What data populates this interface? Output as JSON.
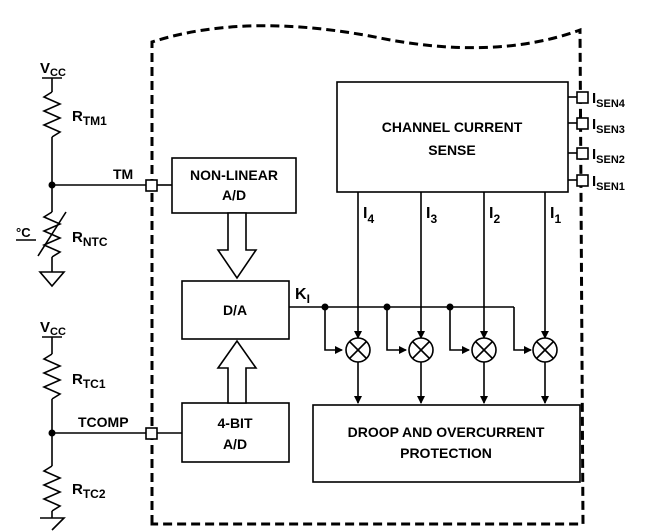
{
  "supply": {
    "vcc_top": "V",
    "vcc_top_sub": "CC",
    "vcc_bottom": "V",
    "vcc_bottom_sub": "CC"
  },
  "resistors": {
    "rtm1": "R",
    "rtm1_sub": "TM1",
    "rntc": "R",
    "rntc_sub": "NTC",
    "rtc1": "R",
    "rtc1_sub": "TC1",
    "rtc2": "R",
    "rtc2_sub": "TC2",
    "temp_symbol": "°C"
  },
  "pins": {
    "tm": "TM",
    "tcomp": "TCOMP",
    "isen4": "I",
    "isen4_sub": "SEN4",
    "isen3": "I",
    "isen3_sub": "SEN3",
    "isen2": "I",
    "isen2_sub": "SEN2",
    "isen1": "I",
    "isen1_sub": "SEN1"
  },
  "blocks": {
    "nonlinear_ad": [
      "NON-LINEAR",
      "A/D"
    ],
    "da": "D/A",
    "fourbit_ad": [
      "4-BIT",
      "A/D"
    ],
    "channel_sense": [
      "CHANNEL CURRENT",
      "SENSE"
    ],
    "droop": [
      "DROOP AND OVERCURRENT",
      "PROTECTION"
    ]
  },
  "signals": {
    "ki": "K",
    "ki_sub": "I",
    "i4": "I",
    "i4_sub": "4",
    "i3": "I",
    "i3_sub": "3",
    "i2": "I",
    "i2_sub": "2",
    "i1": "I",
    "i1_sub": "1"
  }
}
